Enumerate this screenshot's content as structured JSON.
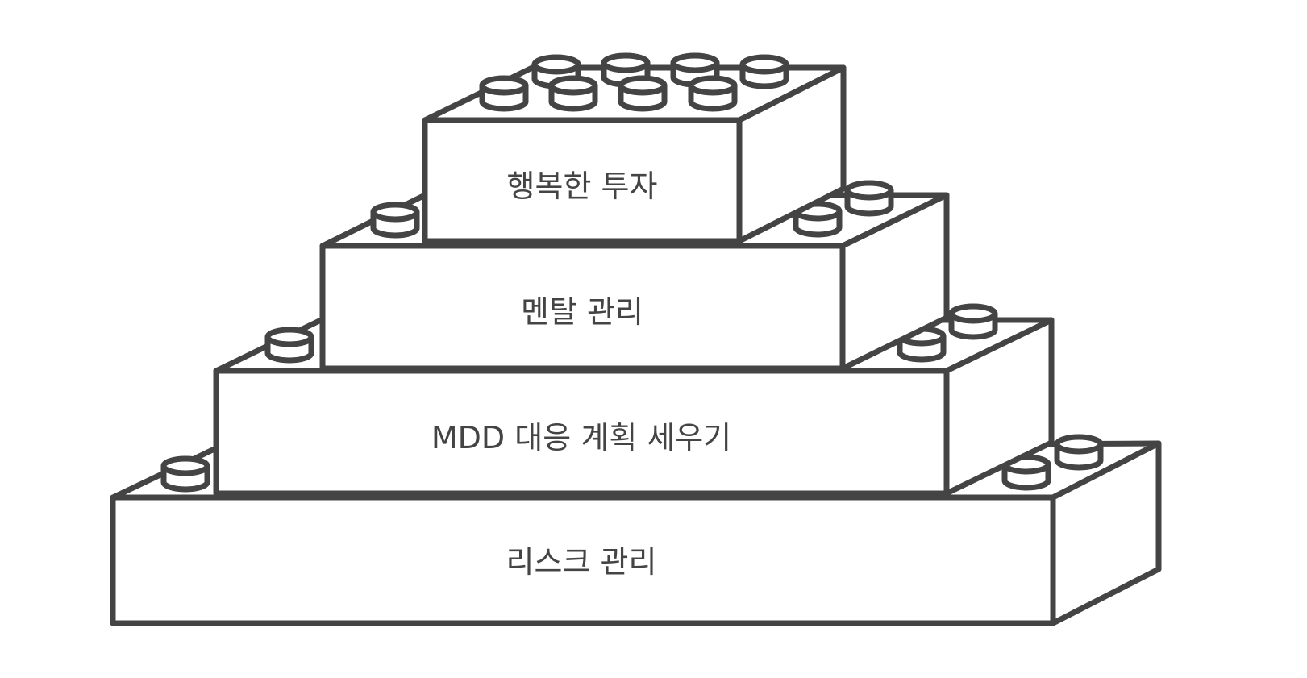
{
  "diagram": {
    "type": "lego-block-pyramid",
    "line_color": "#444444",
    "text_color": "#444444",
    "background": "#ffffff",
    "blocks": [
      {
        "id": "top",
        "label": "행복한 투자"
      },
      {
        "id": "second",
        "label": "멘탈 관리"
      },
      {
        "id": "third",
        "label": "MDD 대응 계획 세우기"
      },
      {
        "id": "bottom",
        "label": "리스크 관리"
      }
    ]
  }
}
